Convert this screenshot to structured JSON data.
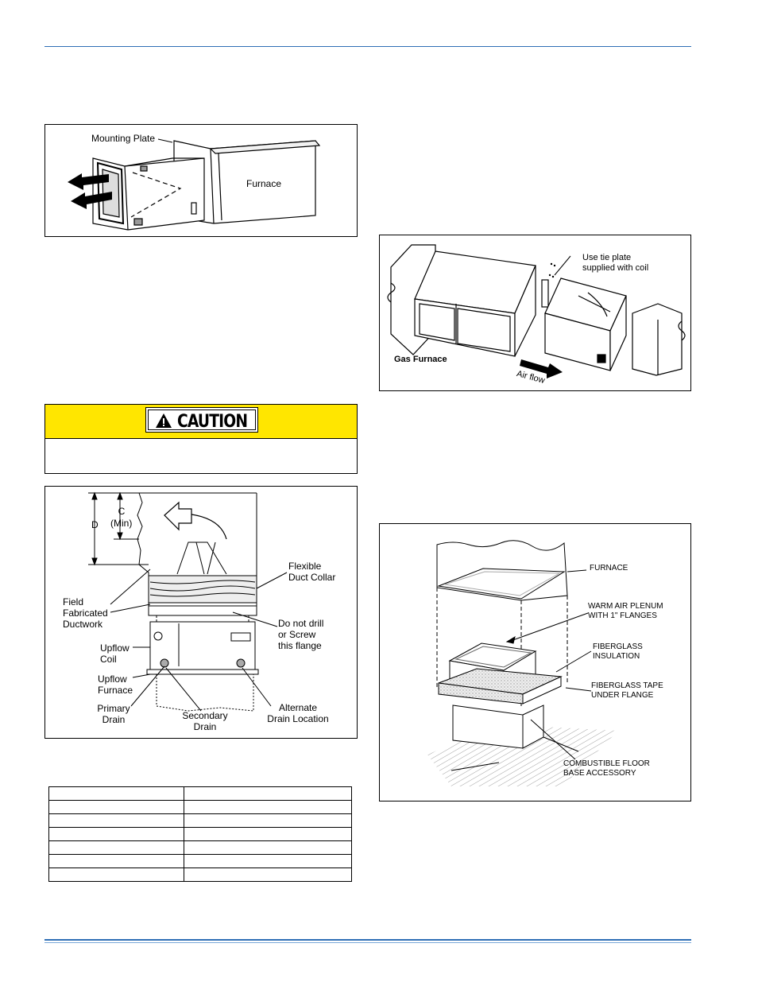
{
  "figure_mounting": {
    "mounting_plate": "Mounting Plate",
    "furnace": "Furnace"
  },
  "figure_gas_furnace": {
    "tie_plate": [
      "Use tie plate",
      "supplied with coil"
    ],
    "gas_furnace": "Gas Furnace",
    "air_flow": "Air flow"
  },
  "caution": {
    "title": "CAUTION",
    "icon": "warning-triangle-icon",
    "band_color": "#ffe600"
  },
  "figure_upflow": {
    "c_label": "C",
    "min_label": "(Min)",
    "d_label": "D",
    "flexible_collar": [
      "Flexible",
      "Duct Collar"
    ],
    "field_ductwork": [
      "Field",
      "Fabricated",
      "Ductwork"
    ],
    "do_not_drill": [
      "Do not drill",
      "or Screw",
      "this flange"
    ],
    "upflow_coil": [
      "Upflow",
      "Coil"
    ],
    "upflow_furnace": [
      "Upflow",
      "Furnace"
    ],
    "primary_drain": [
      "Primary",
      "Drain"
    ],
    "secondary_drain": [
      "Secondary",
      "Drain"
    ],
    "alternate_drain": [
      "Alternate",
      "Drain Location"
    ]
  },
  "figure_floor_base": {
    "furnace": "FURNACE",
    "plenum": [
      "WARM AIR PLENUM",
      "WITH 1\" FLANGES"
    ],
    "insulation": [
      "FIBERGLASS",
      "INSULATION"
    ],
    "tape": [
      "FIBERGLASS TAPE",
      "UNDER FLANGE"
    ],
    "floor_base": [
      "COMBUSTIBLE FLOOR",
      "BASE ACCESSORY"
    ]
  },
  "colors": {
    "rule": "#2f6fb5",
    "rule_light": "#7aa8d8"
  }
}
